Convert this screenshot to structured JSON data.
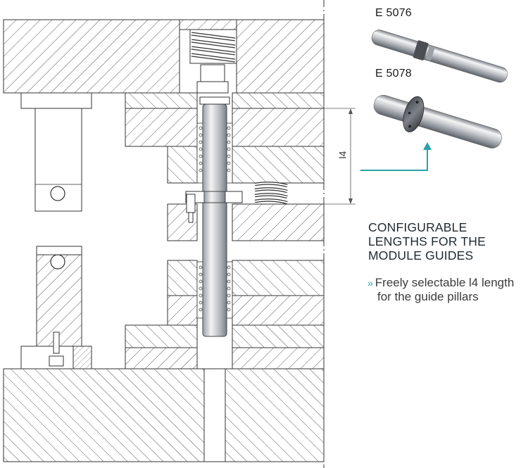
{
  "products": [
    {
      "code": "E 5076"
    },
    {
      "code": "E 5078"
    }
  ],
  "dimension_label": "l4",
  "heading": "CONFIGURABLE LENGTHS FOR THE MODULE GUIDES",
  "bullet_marker": "»",
  "bullet_text": "Freely selectable l4 length for the guide pillars",
  "colors": {
    "accent": "#2aa3a6",
    "line": "#333333",
    "hatch": "#555555",
    "steel_light": "#e6e8ea",
    "steel_dark": "#6b7075"
  }
}
